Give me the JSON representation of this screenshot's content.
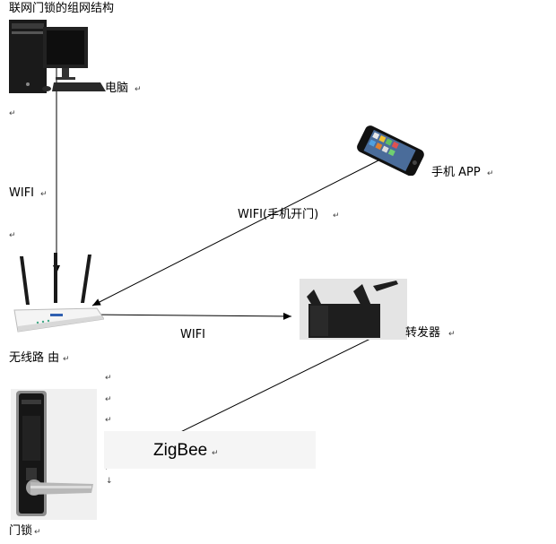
{
  "title": "联网门锁的组网结构",
  "nodes": {
    "computer": {
      "label": "电脑",
      "icon": "desktop-computer-icon"
    },
    "phone": {
      "label": "手机 APP",
      "icon": "smartphone-icon"
    },
    "router": {
      "label": "无线路 由",
      "icon": "wifi-router-icon"
    },
    "repeater": {
      "label": "转发器",
      "icon": "repeater-icon"
    },
    "lock": {
      "label": "门锁",
      "icon": "door-lock-icon"
    }
  },
  "edges": {
    "computer_router": "WIFI",
    "phone_router": "WIFI(手机开门)",
    "router_repeater": "WIFI",
    "repeater_lock": "ZigBee"
  },
  "marks": {
    "paragraph": "↵",
    "down": "↓"
  }
}
